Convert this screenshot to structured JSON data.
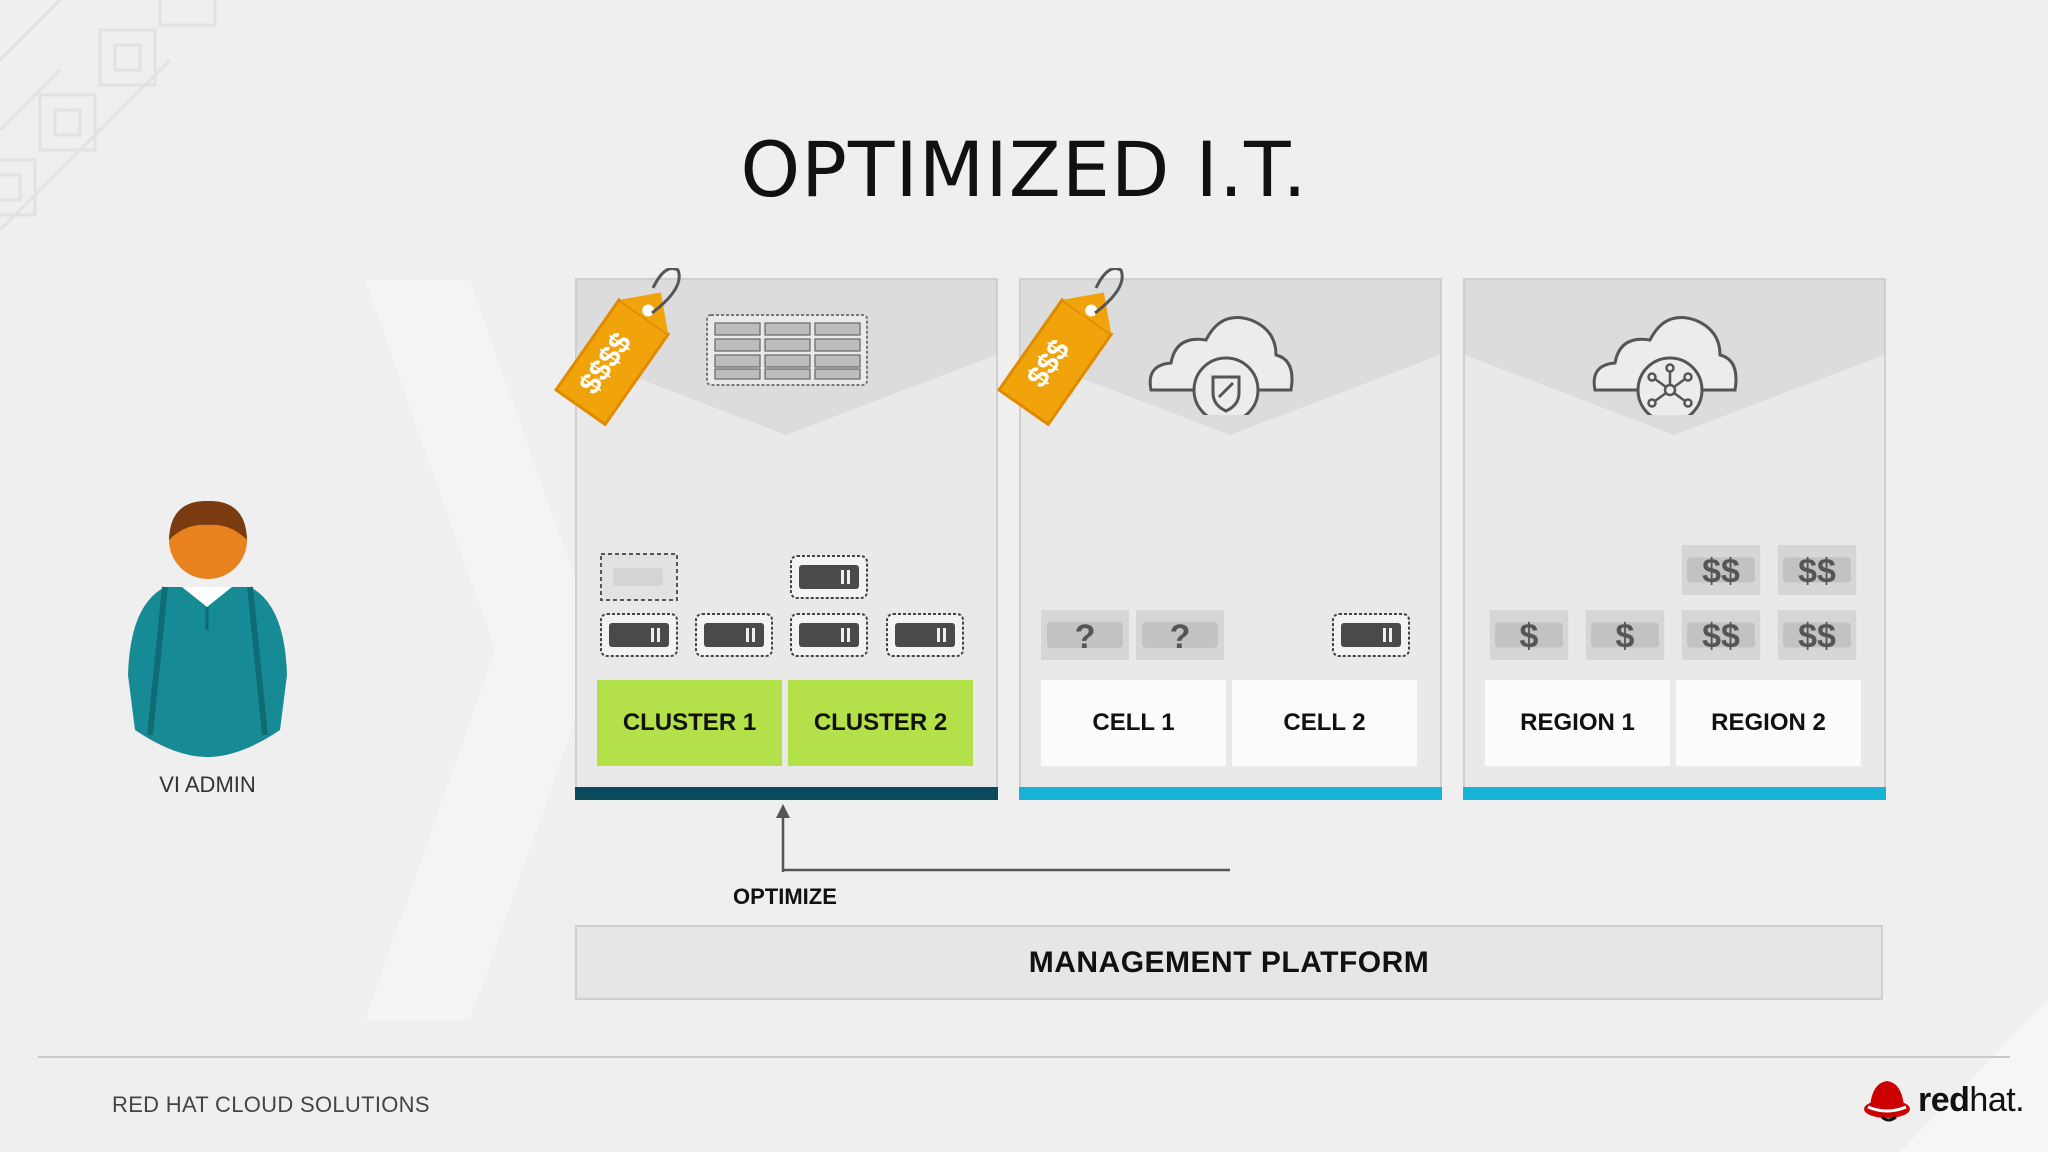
{
  "title": "OPTIMIZED I.T.",
  "actor": {
    "label": "VI ADMIN"
  },
  "panels": [
    {
      "id": "cluster",
      "labels": [
        "CLUSTER 1",
        "CLUSTER 2"
      ],
      "price_tag": "$$$$",
      "bar_color": "#0b4a5c",
      "label_color": "#b4e04a"
    },
    {
      "id": "cell",
      "labels": [
        "CELL 1",
        "CELL 2"
      ],
      "price_tag": "$$$",
      "bar_color": "#16b3d6",
      "unknown_marks": [
        "?",
        "?"
      ]
    },
    {
      "id": "region",
      "labels": [
        "REGION 1",
        "REGION 2"
      ],
      "bar_color": "#16b3d6",
      "cost_marks": [
        "$",
        "$",
        "$$",
        "$$",
        "$$",
        "$$"
      ]
    }
  ],
  "optimize_label": "OPTIMIZE",
  "management_platform": "MANAGEMENT PLATFORM",
  "footer": "RED HAT CLOUD SOLUTIONS",
  "logo": {
    "bold": "red",
    "regular": "hat."
  },
  "colors": {
    "accent_red": "#cc0000",
    "tag_orange": "#f0a30a",
    "teal": "#168b96"
  }
}
